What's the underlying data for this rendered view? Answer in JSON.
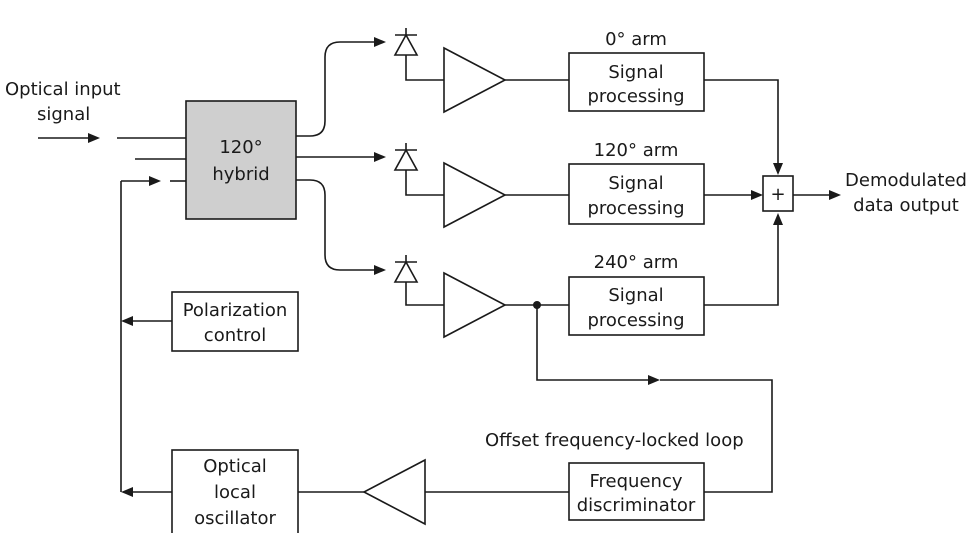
{
  "labels": {
    "input_line1": "Optical input",
    "input_line2": "signal",
    "hybrid_line1": "120°",
    "hybrid_line2": "hybrid",
    "arm0": "0° arm",
    "arm120": "120° arm",
    "arm240": "240° arm",
    "sp_line1": "Signal",
    "sp_line2": "processing",
    "sum": "+",
    "output_line1": "Demodulated",
    "output_line2": "data output",
    "polarization_line1": "Polarization",
    "polarization_line2": "control",
    "loop": "Offset frequency-locked loop",
    "discriminator_line1": "Frequency",
    "discriminator_line2": "discriminator",
    "lo_line1": "Optical",
    "lo_line2": "local",
    "lo_line3": "oscillator"
  }
}
